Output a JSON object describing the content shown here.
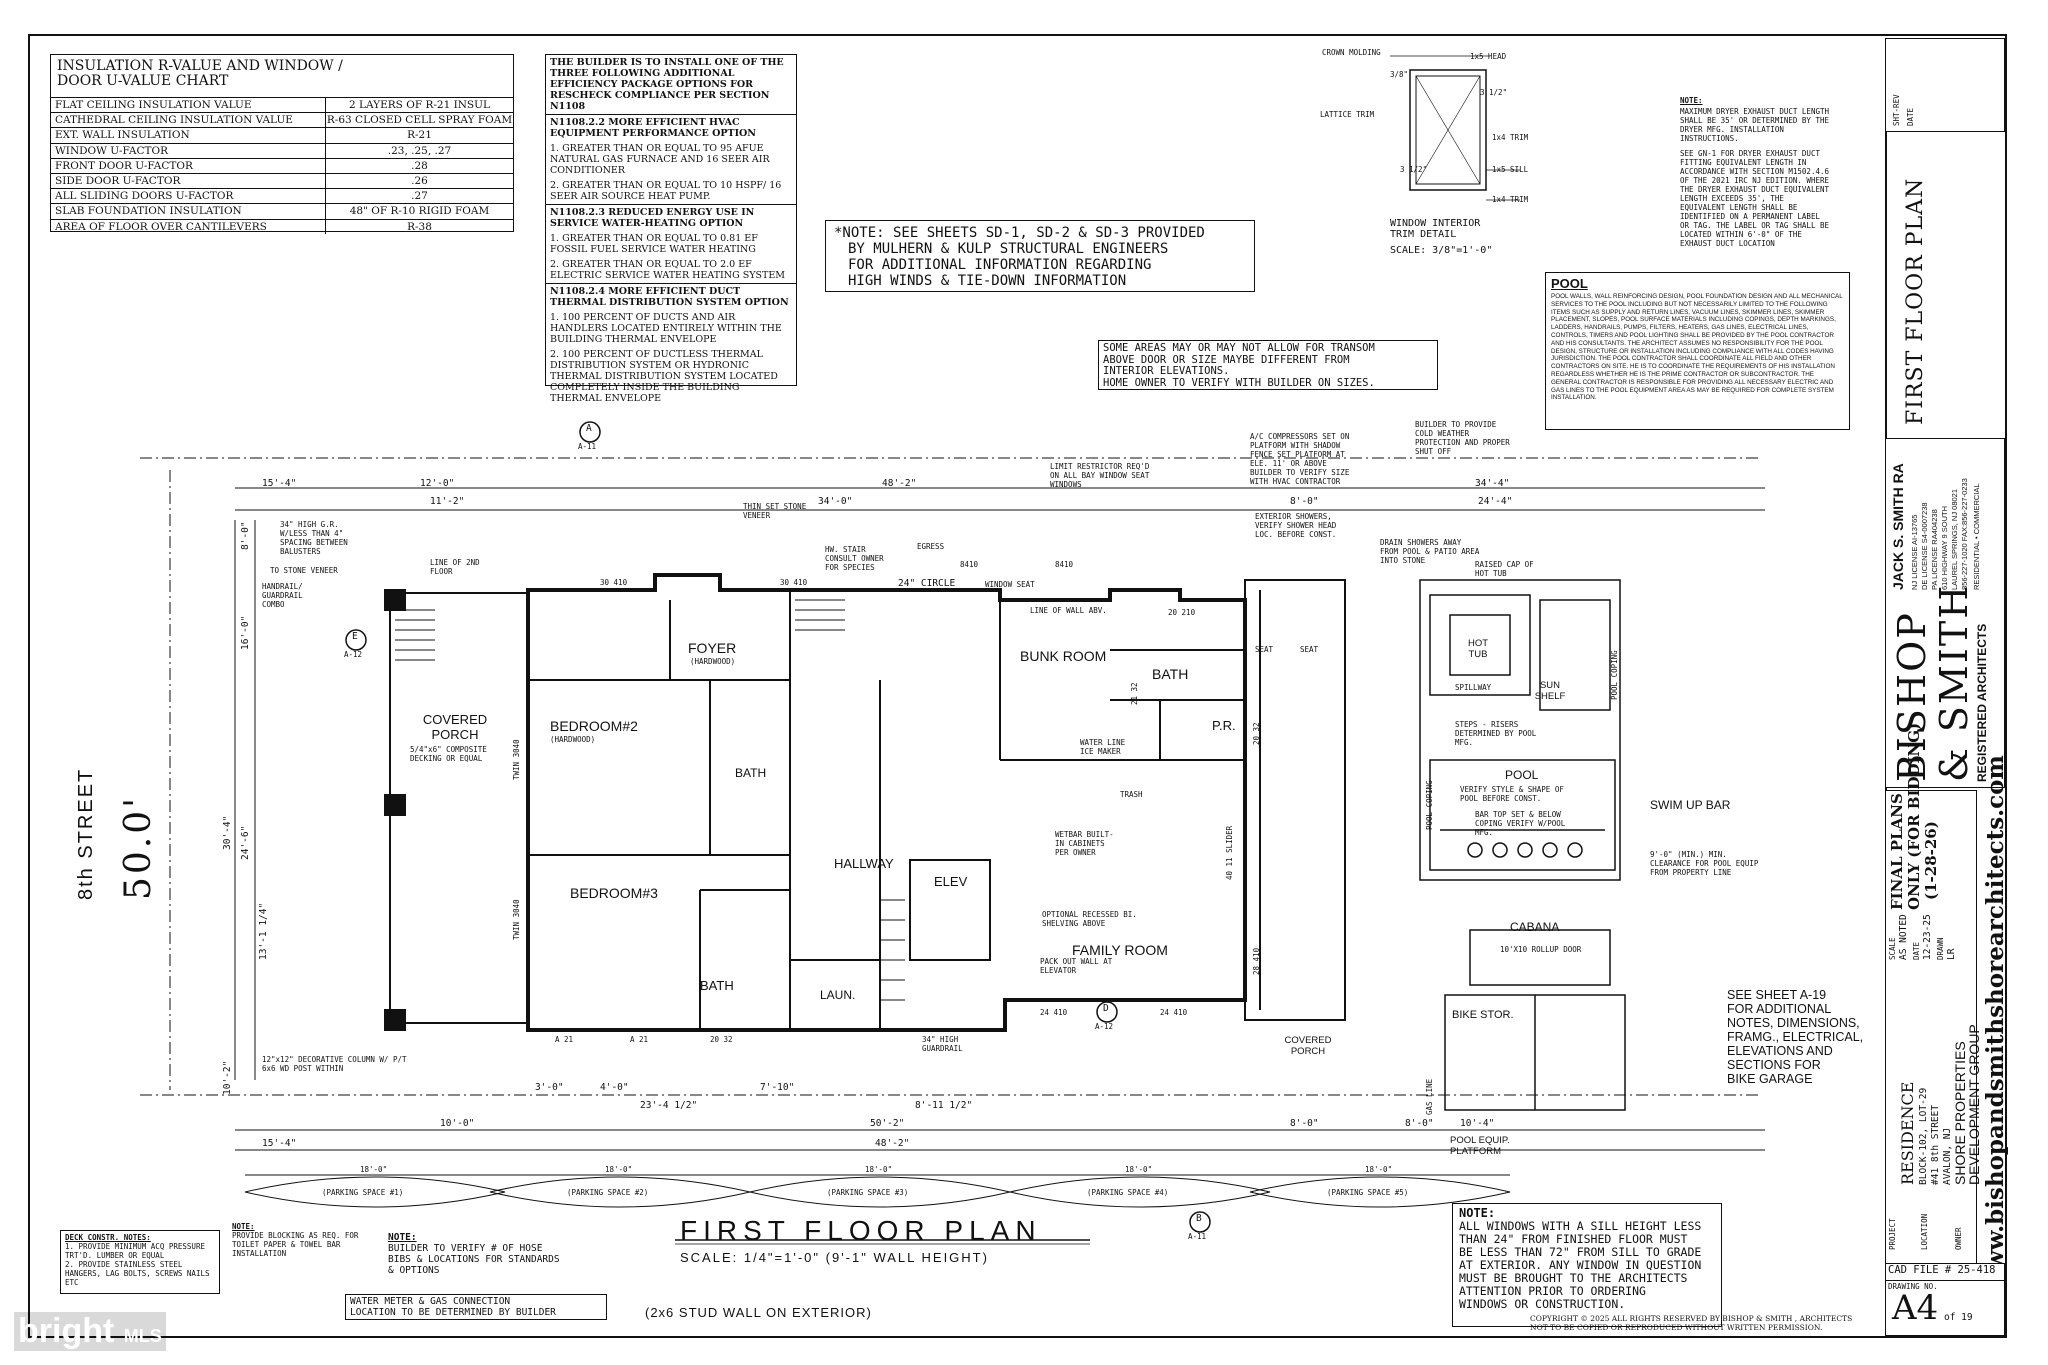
{
  "insulation_chart": {
    "title": "INSULATION R-VALUE AND WINDOW / DOOR U-VALUE CHART",
    "rows": [
      {
        "label": "FLAT CEILING INSULATION VALUE",
        "value": "2 LAYERS OF R-21 INSUL"
      },
      {
        "label": "CATHEDRAL CEILING INSULATION VALUE",
        "value": "R-63 CLOSED CELL SPRAY FOAM"
      },
      {
        "label": "EXT. WALL INSULATION",
        "value": "R-21"
      },
      {
        "label": "WINDOW U-FACTOR",
        "value": ".23, .25, .27"
      },
      {
        "label": "FRONT DOOR U-FACTOR",
        "value": ".28"
      },
      {
        "label": "SIDE DOOR U-FACTOR",
        "value": ".26"
      },
      {
        "label": "ALL SLIDING DOORS U-FACTOR",
        "value": ".27"
      },
      {
        "label": "SLAB FOUNDATION INSULATION",
        "value": "48\" OF R-10 RIGID FOAM"
      },
      {
        "label": "AREA OF FLOOR OVER CANTILEVERS",
        "value": "R-38"
      }
    ]
  },
  "efficiency": {
    "header": "THE BUILDER IS TO INSTALL ONE OF THE THREE FOLLOWING ADDITIONAL EFFICIENCY PACKAGE OPTIONS FOR RESCHECK COMPLIANCE PER SECTION N1108",
    "opt1_title": "N1108.2.2 MORE EFFICIENT HVAC EQUIPMENT PERFORMANCE OPTION",
    "opt1_items": [
      "1. GREATER THAN OR EQUAL TO 95 AFUE NATURAL GAS FURNACE AND 16 SEER AIR CONDITIONER",
      "2. GREATER THAN OR EQUAL TO 10 HSPF/ 16 SEER AIR SOURCE HEAT PUMP."
    ],
    "opt2_title": "N1108.2.3 REDUCED ENERGY USE IN SERVICE WATER-HEATING OPTION",
    "opt2_items": [
      "1. GREATER THAN OR EQUAL TO 0.81 EF FOSSIL FUEL SERVICE WATER HEATING",
      "2. GREATER THAN OR EQUAL TO 2.0 EF ELECTRIC SERVICE WATER HEATING SYSTEM"
    ],
    "opt3_title": "N1108.2.4 MORE EFFICIENT DUCT THERMAL DISTRIBUTION SYSTEM OPTION",
    "opt3_items": [
      "1. 100 PERCENT OF DUCTS AND AIR HANDLERS LOCATED ENTIRELY WITHIN THE BUILDING THERMAL ENVELOPE",
      "2. 100 PERCENT OF DUCTLESS THERMAL DISTRIBUTION SYSTEM OR HYDRONIC THERMAL DISTRIBUTION SYSTEM LOCATED COMPLETELY INSIDE THE BUILDING THERMAL ENVELOPE"
    ]
  },
  "note_structural": [
    "*NOTE: SEE SHEETS SD-1, SD-2 & SD-3 PROVIDED",
    "BY MULHERN & KULP STRUCTURAL ENGINEERS",
    "FOR ADDITIONAL INFORMATION REGARDING",
    "HIGH WINDS & TIE-DOWN INFORMATION"
  ],
  "note_transom": [
    "SOME AREAS MAY OR MAY NOT ALLOW FOR TRANSOM",
    "ABOVE DOOR OR SIZE MAYBE DIFFERENT FROM",
    "INTERIOR ELEVATIONS.",
    "HOME OWNER TO VERIFY WITH BUILDER ON SIZES."
  ],
  "window_detail": {
    "labels": {
      "crown": "CROWN MOLDING",
      "one_by_five_head": "1x5 HEAD",
      "lattice": "LATTICE TRIM",
      "trim1": "1x4 TRIM",
      "sill": "1x5 SILL",
      "trim2": "1x4 TRIM",
      "dim1": "3/8\"",
      "dim2": "3 1/2\"",
      "dim3": "3 1/2\""
    },
    "title": "WINDOW INTERIOR TRIM DETAIL",
    "scale": "SCALE: 3/8\"=1'-0\""
  },
  "dryer_note": {
    "title": "NOTE:",
    "lines": [
      "MAXIMUM DRYER EXHAUST DUCT LENGTH SHALL BE 35' OR DETERMINED BY THE DRYER MFG. INSTALLATION INSTRUCTIONS.",
      "SEE GN-1 FOR DRYER EXHAUST DUCT FITTING EQUIVALENT LENGTH IN ACCORDANCE WITH SECTION M1502.4.6 OF THE 2021 IRC NJ EDITION. WHERE THE DRYER EXHAUST DUCT EQUIVALENT LENGTH EXCEEDS 35', THE EQUIVALENT LENGTH SHALL BE IDENTIFIED ON A PERMANENT LABEL OR TAG. THE LABEL OR TAG SHALL BE LOCATED WITHIN 6'-0\" OF THE EXHAUST DUCT LOCATION"
    ]
  },
  "pool_note": {
    "title": "POOL",
    "text": "POOL WALLS, WALL REINFORCING DESIGN, POOL FOUNDATION DESIGN AND ALL MECHANICAL SERVICES TO THE POOL INCLUDING BUT NOT NECESSARILY LIMITED TO THE FOLLOWING ITEMS SUCH AS SUPPLY AND RETURN LINES, VACUUM LINES, SKIMMER LINES, SKIMMER PLACEMENT, SLOPES, POOL SURFACE MATERIALS INCLUDING COPINGS, DEPTH MARKINGS, LADDERS, HANDRAILS, PUMPS, FILTERS, HEATERS, GAS LINES, ELECTRICAL LINES, CONTROLS, TIMERS AND POOL LIGHTING SHALL BE PROVIDED BY THE POOL CONTRACTOR AND HIS CONSULTANTS. THE ARCHITECT ASSUMES NO RESPONSIBILITY FOR THE POOL DESIGN, STRUCTURE OR INSTALLATION INCLUDING COMPLIANCE WITH ALL CODES HAVING JURISDICTION. THE POOL CONTRACTOR SHALL COORDINATE ALL FIELD AND OTHER CONTRACTORS ON SITE. HE IS TO COORDINATE THE REQUIREMENTS OF HIS INSTALLATION REGARDLESS WHETHER HE IS THE PRIME CONTRACTOR OR SUBCONTRACTOR. THE GENERAL CONTRACTOR IS RESPONSIBLE FOR PROVIDING ALL NECESSARY ELECTRIC AND GAS LINES TO THE POOL EQUIPMENT AREA AS MAY BE REQUIRED FOR COMPLETE SYSTEM INSTALLATION."
  },
  "sheet_title": "FIRST FLOOR PLAN",
  "revision": {
    "col1": "SHT-REV",
    "col2": "DATE"
  },
  "architect": {
    "name": "JACK S. SMITH RA",
    "license": [
      "NJ LICENSE AI-13765",
      "DE LICENSE S4-0007238",
      "PA LICENSE RA404238",
      "610 HIGHWAY 9 SOUTH",
      "LAUREL SPRINGS, NJ 08021",
      "856-227-1020 FAX:856-227-0233",
      "RESIDENTIAL • COMMERCIAL"
    ],
    "firm_line1": "BISHOP",
    "firm_line2": "& SMITH",
    "firm_sub": "REGISTERED ARCHITECTS",
    "website": "www.bishopandsmithshorearchitects.com"
  },
  "stamp": {
    "line1": "FINAL PLANS",
    "line2": "ONLY (FOR BIDDING)",
    "line3": "(1-28-26)"
  },
  "project": {
    "label": "PROJECT",
    "value": "RESIDENCE",
    "location_label": "LOCATION",
    "location": [
      "BLOCK-102, LOT-29",
      "#41 8th STREET",
      "AVALON, NJ"
    ],
    "owner_label": "OWNER",
    "owner": [
      "SHORE PROPERTIES",
      "DEVELOPMENT GROUP"
    ],
    "scale_label": "SCALE",
    "scale": "AS NOTED",
    "date_label": "DATE",
    "date": "12-23-25",
    "drawn_label": "DRAWN",
    "drawn": "LR",
    "cad": "CAD FILE # 25-418",
    "drawing_no_label": "DRAWING NO.",
    "drawing_no": "A4",
    "drawing_of": "of 19"
  },
  "plan": {
    "street": "8th STREET",
    "street_dim": "50.0'",
    "rooms": {
      "covered_porch": "COVERED PORCH",
      "porch_note": "5/4\"x6\" COMPOSITE DECKING OR EQUAL",
      "bedroom2": "BEDROOM#2",
      "bedroom2_sub": "(HARDWOOD)",
      "bedroom3": "BEDROOM#3",
      "foyer": "FOYER",
      "foyer_sub": "(HARDWOOD)",
      "bunk": "BUNK ROOM",
      "bath": "BATH",
      "pr": "P.R.",
      "hallway": "HALLWAY",
      "elev": "ELEV",
      "laun": "LAUN.",
      "family": "FAMILY ROOM",
      "covered_porch2": "COVERED PORCH",
      "hot_tub": "HOT TUB",
      "sun_shelf": "SUN SHELF",
      "pool": "POOL",
      "swim_up": "SWIM UP BAR",
      "cabana": "CABANA",
      "bike": "BIKE STOR.",
      "pool_equip": "POOL EQUIP. PLATFORM",
      "seat1": "SEAT",
      "seat2": "SEAT"
    },
    "callouts": {
      "stone_veneer": "THIN SET STONE VENEER",
      "limit_restrictor": "LIMIT RESTRICTOR REQ'D ON ALL BAY WINDOW SEAT WINDOWS",
      "ac": "A/C COMPRESSORS SET ON PLATFORM WITH SHADOW FENCE SET PLATFORM AT ELE. 11' OR ABOVE BUILDER TO VERIFY SIZE WITH HVAC CONTRACTOR",
      "cold_weather": "BUILDER TO PROVIDE COLD WEATHER PROTECTION AND PROPER SHUT OFF",
      "ext_showers": "EXTERIOR SHOWERS, VERIFY SHOWER HEAD LOC. BEFORE CONST.",
      "drain": "DRAIN SHOWERS AWAY FROM POOL & PATIO AREA INTO STONE",
      "raised_cap": "RAISED CAP OF HOT TUB",
      "handrail": "34\" HIGH G.R. W/LESS THAN 4\" SPACING BETWEEN BALUSTERS",
      "stone_veneer2": "TO STONE VENEER",
      "handrail_combo": "HANDRAIL/ GUARDRAIL COMBO",
      "line_2nd": "LINE OF 2ND FLOOR",
      "column": "12\"x12\" DECORATIVE COLUMN W/ P/T 6x6 WD POST WITHIN",
      "guardrail": "34\" HIGH GUARDRAIL",
      "pack_out": "PACK OUT WALL AT ELEVATOR",
      "recessed": "OPTIONAL RECESSED BI. SHELVING ABOVE",
      "hw": "HW. STAIR CONSULT OWNER FOR SPECIES",
      "circle": "24\" CIRCLE",
      "egress": "EGRESS",
      "window_seat": "WINDOW SEAT",
      "line_wall": "LINE OF WALL ABV.",
      "water_line": "WATER LINE ICE MAKER",
      "wetbar": "WETBAR BUILT-IN CABINETS PER OWNER",
      "trash": "TRASH",
      "min_clearance": "9'-0\" (MIN.) MIN. CLEARANCE FOR POOL EQUIP FROM PROPERTY LINE",
      "verify_pool": "VERIFY STYLE & SHAPE OF POOL BEFORE CONST.",
      "bar_top": "BAR TOP SET & BELOW COPING VERIFY W/POOL MFG.",
      "rollup": "10'X10 ROLLUP DOOR",
      "steps": "STEPS - RISERS DETERMINED BY POOL MFG.",
      "spillway": "SPILLWAY",
      "pool_coping1": "POOL COPING",
      "pool_coping2": "POOL COPING",
      "gas_line": "GAS LINE"
    },
    "dims_top": [
      "15'-4\"",
      "12'-0\"",
      "11'-2\"",
      "34'-0\"",
      "48'-2\"",
      "8'-0\"",
      "34'-4\"",
      "24'-4\""
    ],
    "dims_bottom": [
      "3'-0\"",
      "4'-0\"",
      "7'-10\"",
      "23'-4 1/2\"",
      "8'-11 1/2\"",
      "50'-2\"",
      "10'-0\"",
      "10'-4\"",
      "48'-2\"",
      "15'-4\"",
      "8'-0\"",
      "8'-0\""
    ],
    "dims_left": [
      "8'-0\"",
      "16'-0\"",
      "30'-4\"",
      "24'-6\"",
      "13'-1 1/4\"",
      "10'-2\""
    ],
    "parking": [
      "(PARKING SPACE #1)",
      "(PARKING SPACE #2)",
      "(PARKING SPACE #3)",
      "(PARKING SPACE #4)",
      "(PARKING SPACE #5)"
    ],
    "parking_dim": "18'-0\"",
    "section_a": "A",
    "section_a_sub": "A-11",
    "section_b": "B",
    "section_b_sub": "A-11",
    "section_d": "D",
    "section_d_sub": "A-12",
    "section_e": "E",
    "section_e_sub": "A-12",
    "windows": [
      "30 410",
      "30 410",
      "24 410",
      "24 410",
      "20 210",
      "20 32",
      "28 410",
      "8410",
      "8410",
      "21 32",
      "20 32",
      "A 21",
      "A 21",
      "40 11 SLIDER",
      "TWIN 3040",
      "TWIN 3040"
    ]
  },
  "plan_title": "FIRST FLOOR PLAN",
  "plan_scale": "SCALE: 1/4\"=1'-0\"    (9'-1\" WALL HEIGHT)",
  "stud_note": "(2x6 STUD WALL ON EXTERIOR)",
  "deck_notes": {
    "title": "DECK CONSTR. NOTES:",
    "items": [
      "1. PROVIDE MINIMUM ACQ PRESSURE TRT'D. LUMBER OR EQUAL",
      "2. PROVIDE STAINLESS STEEL HANGERS, LAG BOLTS, SCREWS NAILS ETC"
    ]
  },
  "blocking_note": [
    "NOTE:",
    "PROVIDE BLOCKING AS REQ. FOR TOILET PAPER & TOWEL BAR INSTALLATION"
  ],
  "hose_note": [
    "NOTE:",
    "BUILDER TO VERIFY # OF HOSE BIBS & LOCATIONS FOR STANDARDS & OPTIONS"
  ],
  "water_meter": [
    "WATER METER & GAS CONNECTION",
    "LOCATION TO BE DETERMINED BY BUILDER"
  ],
  "windows_note": [
    "NOTE:",
    "ALL WINDOWS WITH A SILL HEIGHT LESS",
    "THAN 24\" FROM FINISHED FLOOR MUST",
    "BE LESS THAN 72\" FROM SILL TO GRADE",
    "AT EXTERIOR. ANY WINDOW IN QUESTION",
    "MUST BE BROUGHT TO THE ARCHITECTS",
    "ATTENTION PRIOR TO ORDERING",
    "WINDOWS OR CONSTRUCTION."
  ],
  "see_sheet": [
    "SEE SHEET A-19",
    "FOR ADDITIONAL",
    "NOTES, DIMENSIONS,",
    "FRAMG., ELECTRICAL,",
    "ELEVATIONS AND",
    "SECTIONS FOR",
    "BIKE GARAGE"
  ],
  "copyright": [
    "COPYRIGHT © 2025 ALL RIGHTS RESERVED BY BISHOP & SMITH , ARCHITECTS",
    "NOT TO BE COPIED OR REPRODUCED WITHOUT WRITTEN PERMISSION."
  ],
  "watermark": {
    "main": "bright",
    "sub": "MLS"
  }
}
